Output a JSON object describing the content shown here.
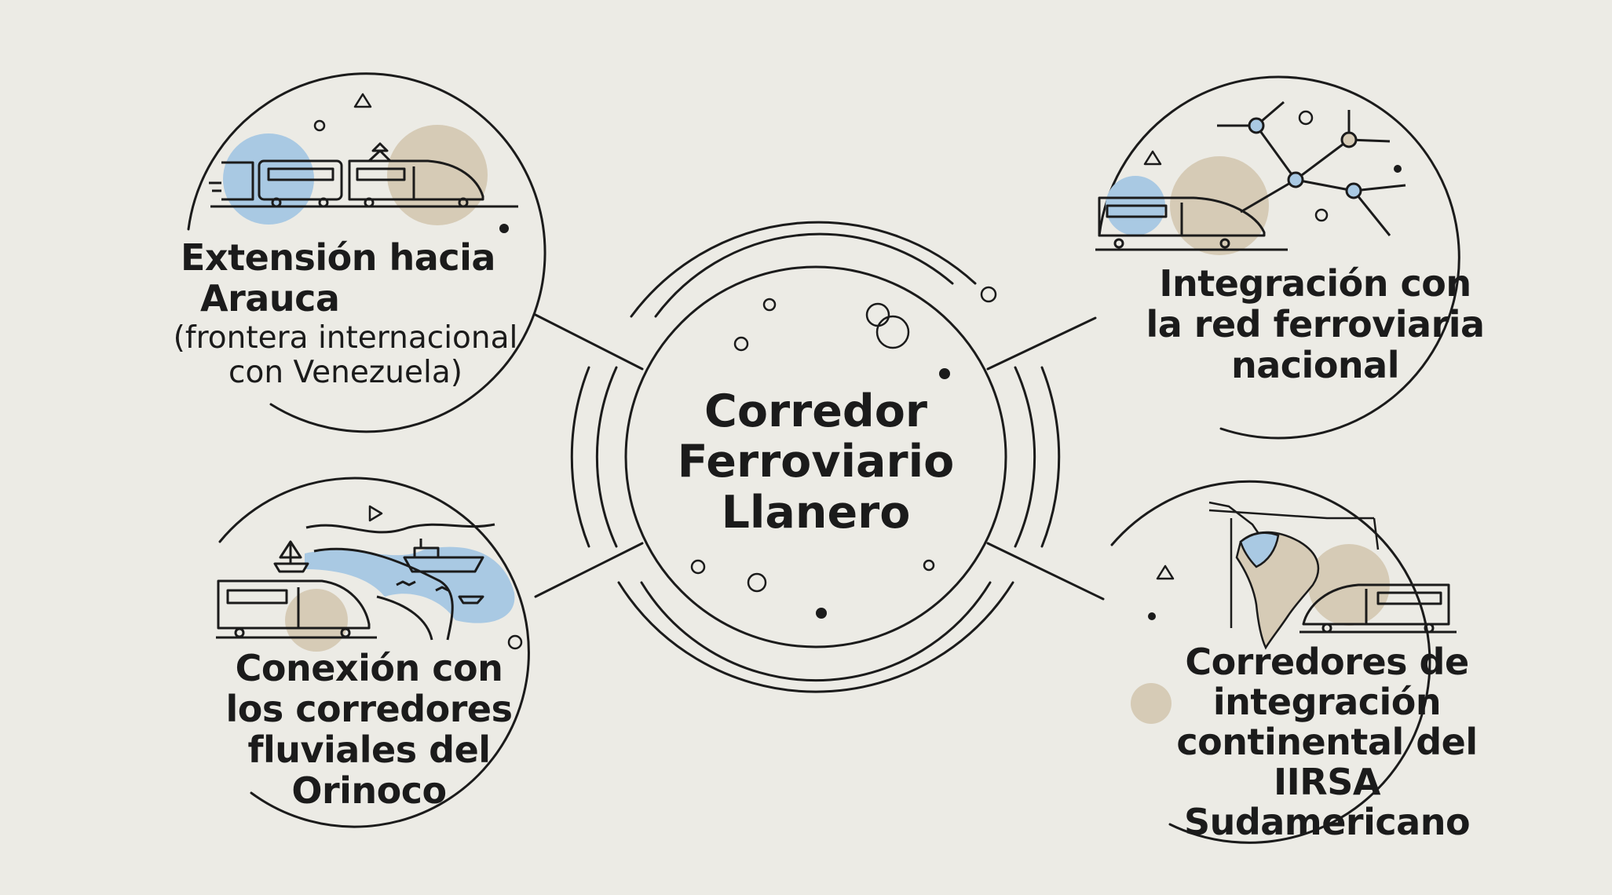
{
  "diagram": {
    "center": {
      "lines": [
        "Corredor",
        "Ferroviario",
        "Llanero"
      ]
    },
    "nodes": [
      {
        "id": "arauca",
        "title_lines": [
          "Extensión hacia",
          "Arauca"
        ],
        "sub_lines": [
          "(frontera internacional",
          "con Venezuela)"
        ],
        "icon": "train-icon"
      },
      {
        "id": "national-network",
        "title_lines": [
          "Integración con",
          "la red ferroviaria",
          "nacional"
        ],
        "icon": "rail-network-icon"
      },
      {
        "id": "orinoco",
        "title_lines": [
          "Conexión con",
          "los corredores",
          "fluviales del",
          "Orinoco"
        ],
        "icon": "river-boat-icon"
      },
      {
        "id": "iirsa",
        "title_lines": [
          "Corredores de",
          "integración",
          "continental del",
          "IIRSA",
          "Sudamericano"
        ],
        "icon": "south-america-map-icon"
      }
    ],
    "colors": {
      "background": "#ecebe5",
      "ink": "#1b1b1b",
      "blue_accent": "#a9c9e3",
      "tan_accent": "#d6cbb6"
    }
  }
}
